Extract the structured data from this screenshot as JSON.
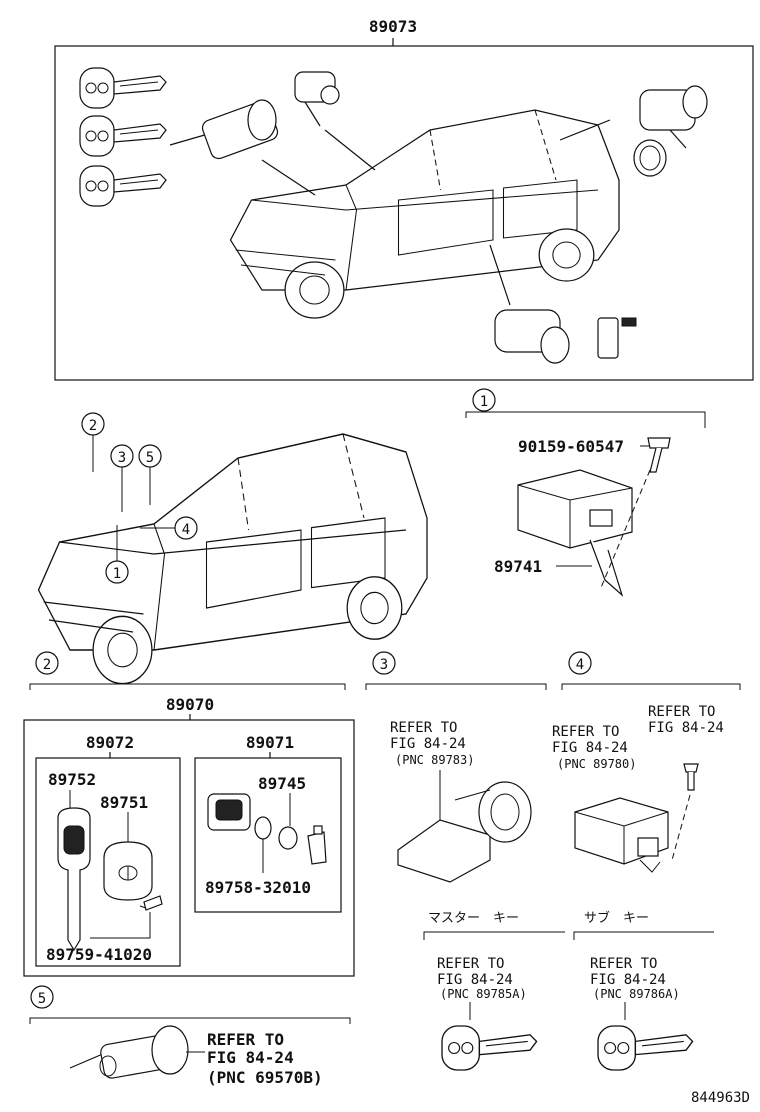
{
  "labels": {
    "top_group": "89073",
    "key_set": "89070",
    "key_sub": "89072",
    "cyl_sub": "89071",
    "p89752": "89752",
    "p89751": "89751",
    "p89745": "89745",
    "p89758": "89758-32010",
    "p89759": "89759-41020",
    "p90159": "90159-60547",
    "p89741": "89741",
    "catalog_id": "844963D"
  },
  "callouts": [
    "1",
    "2",
    "3",
    "4",
    "5"
  ],
  "refs": {
    "r3": [
      "REFER TO",
      "FIG 84-24",
      "(PNC 89783)"
    ],
    "r4a": [
      "REFER TO",
      "FIG 84-24",
      "(PNC 89780)"
    ],
    "r4b": [
      "REFER TO",
      "FIG 84-24"
    ],
    "master": [
      "REFER TO",
      "FIG 84-24",
      "(PNC 89785A)"
    ],
    "sub": [
      "REFER TO",
      "FIG 84-24",
      "(PNC 89786A)"
    ],
    "r5": [
      "REFER TO",
      "FIG 84-24",
      "(PNC 69570B)"
    ]
  },
  "captions": {
    "master_key": "マスター　キー",
    "sub_key": "サブ　キー"
  }
}
